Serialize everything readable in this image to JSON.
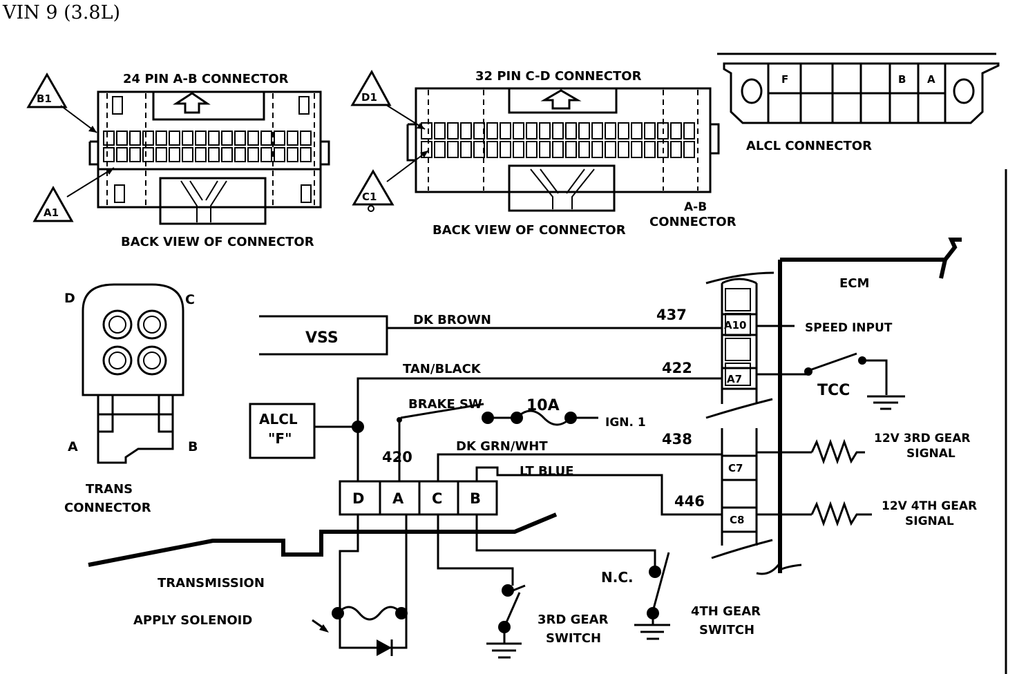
{
  "header": {
    "title": "VIN 9 (3.8L)"
  },
  "connector_24": {
    "title": "24 PIN A-B CONNECTOR",
    "caption": "BACK VIEW OF CONNECTOR",
    "pin_top": "B1",
    "pin_bottom": "A1"
  },
  "connector_32": {
    "title": "32 PIN C-D CONNECTOR",
    "caption": "BACK VIEW OF CONNECTOR",
    "pin_top": "D1",
    "pin_bottom": "C1",
    "side_label_line1": "A-B",
    "side_label_line2": "CONNECTOR"
  },
  "alcl_connector": {
    "caption": "ALCL CONNECTOR",
    "cells": [
      "F",
      "B",
      "A"
    ]
  },
  "trans_connector": {
    "pins": [
      "D",
      "C",
      "A",
      "B"
    ],
    "caption_line1": "TRANS",
    "caption_line2": "CONNECTOR"
  },
  "ecm": {
    "label": "ECM",
    "pins": [
      {
        "pin": "A10",
        "function": "SPEED INPUT"
      },
      {
        "pin": "A7",
        "function": "TCC"
      },
      {
        "pin": "C7",
        "function_line1": "12V 3RD GEAR",
        "function_line2": "SIGNAL"
      },
      {
        "pin": "C8",
        "function_line1": "12V 4TH GEAR",
        "function_line2": "SIGNAL"
      }
    ]
  },
  "components": {
    "vss": "VSS",
    "alcl_box_line1": "ALCL",
    "alcl_box_line2": "\"F\"",
    "brake_switch": "BRAKE SW",
    "fuse": "10A",
    "ignition": "IGN. 1",
    "transmission": "TRANSMISSION",
    "solenoid": "APPLY SOLENOID",
    "third_gear_switch_line1": "3RD GEAR",
    "third_gear_switch_line2": "SWITCH",
    "fourth_gear_switch_line1": "4TH GEAR",
    "fourth_gear_switch_line2": "SWITCH",
    "normally_closed": "N.C."
  },
  "wires": [
    {
      "circuit": "437",
      "color": "DK BROWN"
    },
    {
      "circuit": "422",
      "color": "TAN/BLACK"
    },
    {
      "circuit": "420"
    },
    {
      "circuit": "438",
      "color": "DK GRN/WHT"
    },
    {
      "circuit": "446",
      "color": "LT BLUE"
    }
  ]
}
